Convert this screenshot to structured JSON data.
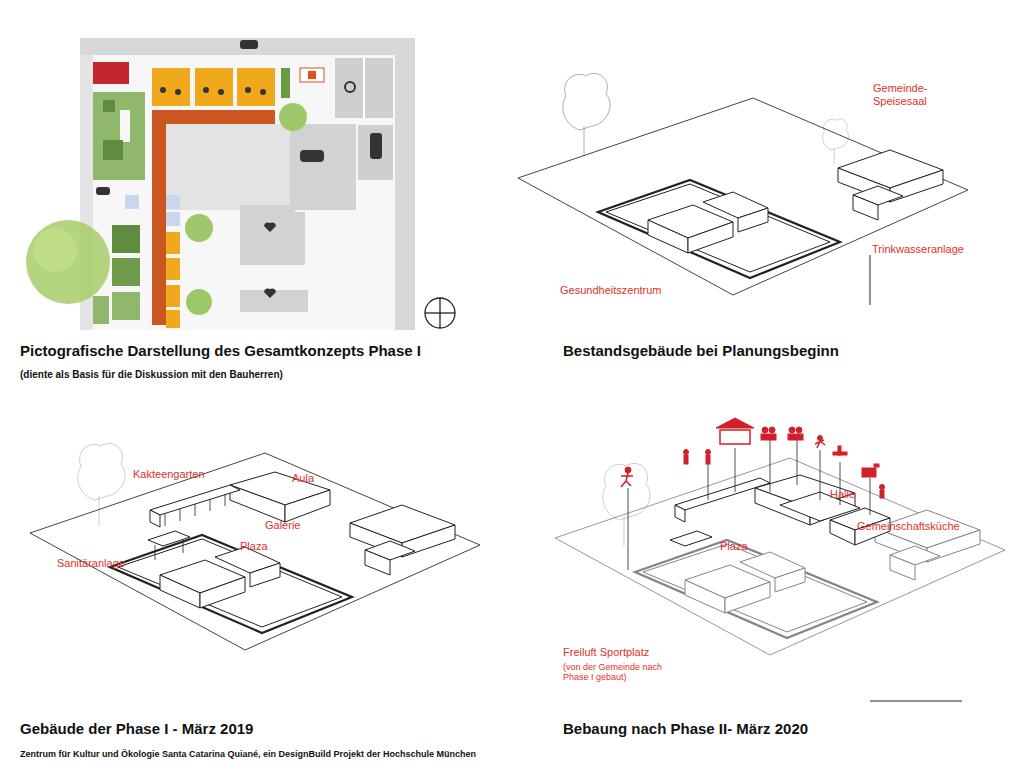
{
  "diagram": {
    "caption": "Zentrum für Kultur und Ökologie Santa Catarina Quiané, ein DesignBuild Projekt der Hochschule München",
    "labels": [
      "Pictografische Darstellung des Gesamtkonzepts Phase I",
      "(diente als Basis für die Diskussion mit den Bauherren)",
      "Gemeinde- Speisesaal",
      "Trinkwasseranlage",
      "Gesundheitszentrum",
      "Bestandsgebäude bei Planungsbeginn",
      "Kakteengarten",
      "Aula",
      "Galerie",
      "Plaza",
      "Sanitäranlage",
      "Gebäude der Phase I - März 2019",
      "Halle",
      "Gemeinschaftsküche",
      "Plaza",
      "Freiluft Sportplatz",
      "(von der Gemeinde nach Phase I gebaut)",
      "Bebaung nach Phase II- März 2020"
    ]
  }
}
